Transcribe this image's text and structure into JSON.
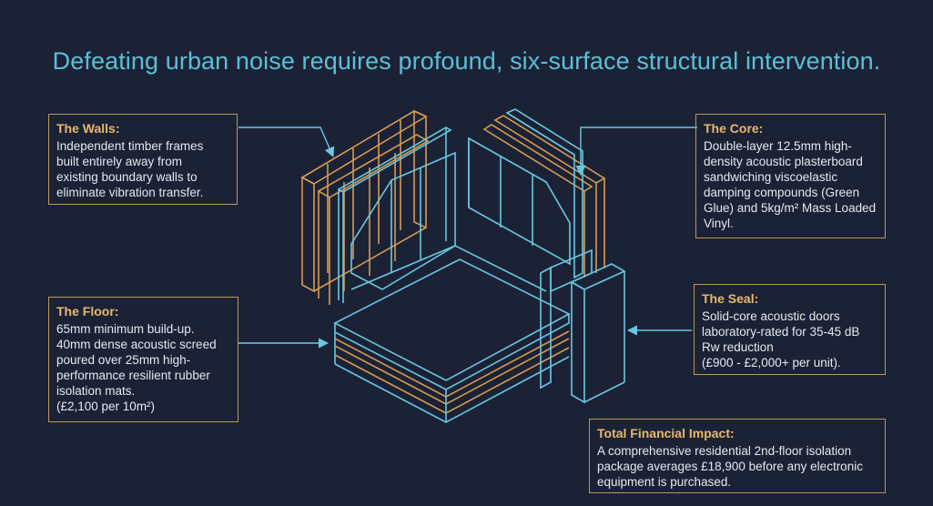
{
  "title": "Defeating urban noise requires profound, six-surface structural intervention.",
  "colors": {
    "background": "#1c2236",
    "title": "#5bbfd6",
    "heading": "#e8b86a",
    "box_border": "#b99a57",
    "body_text": "#e6e8ee",
    "cyan_lines": "#69c8e0",
    "orange_lines": "#d79a52"
  },
  "callouts": {
    "walls": {
      "heading": "The Walls:",
      "lines": [
        "Independent timber frames",
        "built entirely away from",
        "existing boundary walls to",
        "eliminate vibration transfer."
      ]
    },
    "core": {
      "heading": "The Core:",
      "lines": [
        "Double-layer 12.5mm high-",
        "density acoustic plasterboard",
        "sandwiching viscoelastic",
        "damping compounds (Green",
        "Glue) and 5kg/m² Mass Loaded",
        "Vinyl."
      ]
    },
    "floor": {
      "heading": "The Floor:",
      "lines": [
        "65mm minimum build-up.",
        "40mm dense acoustic screed",
        "poured over 25mm high-",
        "performance resilient rubber",
        "isolation mats.",
        "(£2,100 per 10m²)"
      ]
    },
    "seal": {
      "heading": "The Seal:",
      "lines": [
        "Solid-core acoustic doors",
        "laboratory-rated for 35-45 dB",
        "Rw reduction",
        "(£900 - £2,000+ per unit)."
      ]
    },
    "financial": {
      "heading": "Total Financial Impact:",
      "lines": [
        "A comprehensive residential 2nd-floor isolation",
        "package averages £18,900 before any electronic",
        "equipment is purchased."
      ]
    }
  }
}
